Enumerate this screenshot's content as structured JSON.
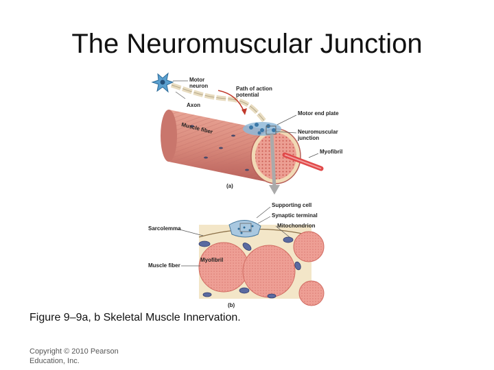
{
  "slide": {
    "title": "The Neuromuscular Junction",
    "caption": "Figure 9–9a, b Skeletal Muscle Innervation.",
    "copyright_line1": "Copyright © 2010 Pearson",
    "copyright_line2": "Education, Inc."
  },
  "figure": {
    "part_a": {
      "motor_neuron_line1": "Motor",
      "motor_neuron_line2": "neuron",
      "path_line1": "Path of action",
      "path_line2": "potential",
      "axon": "Axon",
      "muscle_fiber": "Muscle fiber",
      "motor_end_plate": "Motor end plate",
      "nmj_line1": "Neuromuscular",
      "nmj_line2": "junction",
      "myofibril": "Myofibril",
      "panel_label": "(a)"
    },
    "part_b": {
      "supporting_cell": "Supporting cell",
      "synaptic_terminal": "Synaptic terminal",
      "mitochondrion": "Mitochondrion",
      "sarcolemma": "Sarcolemma",
      "myofibril": "Myofibril",
      "muscle_fiber": "Muscle fiber",
      "panel_label": "(b)"
    }
  },
  "colors": {
    "muscle": "#d98a7c",
    "muscle_dark": "#b8605a",
    "myofibril_fill": "#e8a49a",
    "neuron": "#5aa0d0",
    "axon": "#e8dcc0",
    "arrow": "#c0392b",
    "cytoplasm": "#f3e6c8"
  }
}
